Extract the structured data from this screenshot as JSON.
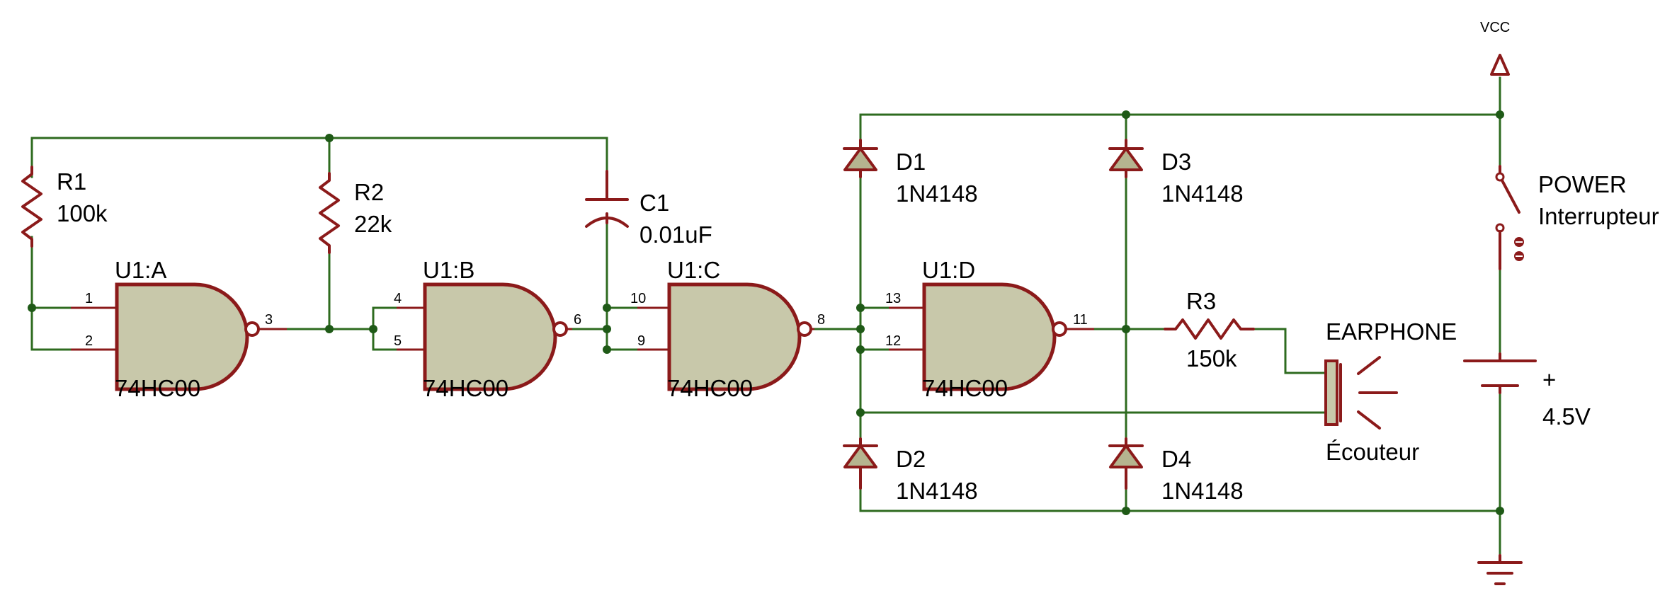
{
  "supply": {
    "net_label": "VCC"
  },
  "resistors": [
    {
      "ref": "R1",
      "value": "100k"
    },
    {
      "ref": "R2",
      "value": "22k"
    },
    {
      "ref": "R3",
      "value": "150k"
    }
  ],
  "capacitor": {
    "ref": "C1",
    "value": "0.01uF"
  },
  "gates": [
    {
      "ref": "U1:A",
      "part": "74HC00",
      "pin_in1": "1",
      "pin_in2": "2",
      "pin_out": "3"
    },
    {
      "ref": "U1:B",
      "part": "74HC00",
      "pin_in1": "4",
      "pin_in2": "5",
      "pin_out": "6"
    },
    {
      "ref": "U1:C",
      "part": "74HC00",
      "pin_in1": "10",
      "pin_in2": "9",
      "pin_out": "8"
    },
    {
      "ref": "U1:D",
      "part": "74HC00",
      "pin_in1": "13",
      "pin_in2": "12",
      "pin_out": "11"
    }
  ],
  "diodes": [
    {
      "ref": "D1",
      "part": "1N4148"
    },
    {
      "ref": "D2",
      "part": "1N4148"
    },
    {
      "ref": "D3",
      "part": "1N4148"
    },
    {
      "ref": "D4",
      "part": "1N4148"
    }
  ],
  "earphone": {
    "label": "EARPHONE",
    "label_fr": "Écouteur"
  },
  "power_switch": {
    "label": "POWER",
    "label_fr": "Interrupteur"
  },
  "battery": {
    "polarity": "+",
    "voltage": "4.5V"
  }
}
